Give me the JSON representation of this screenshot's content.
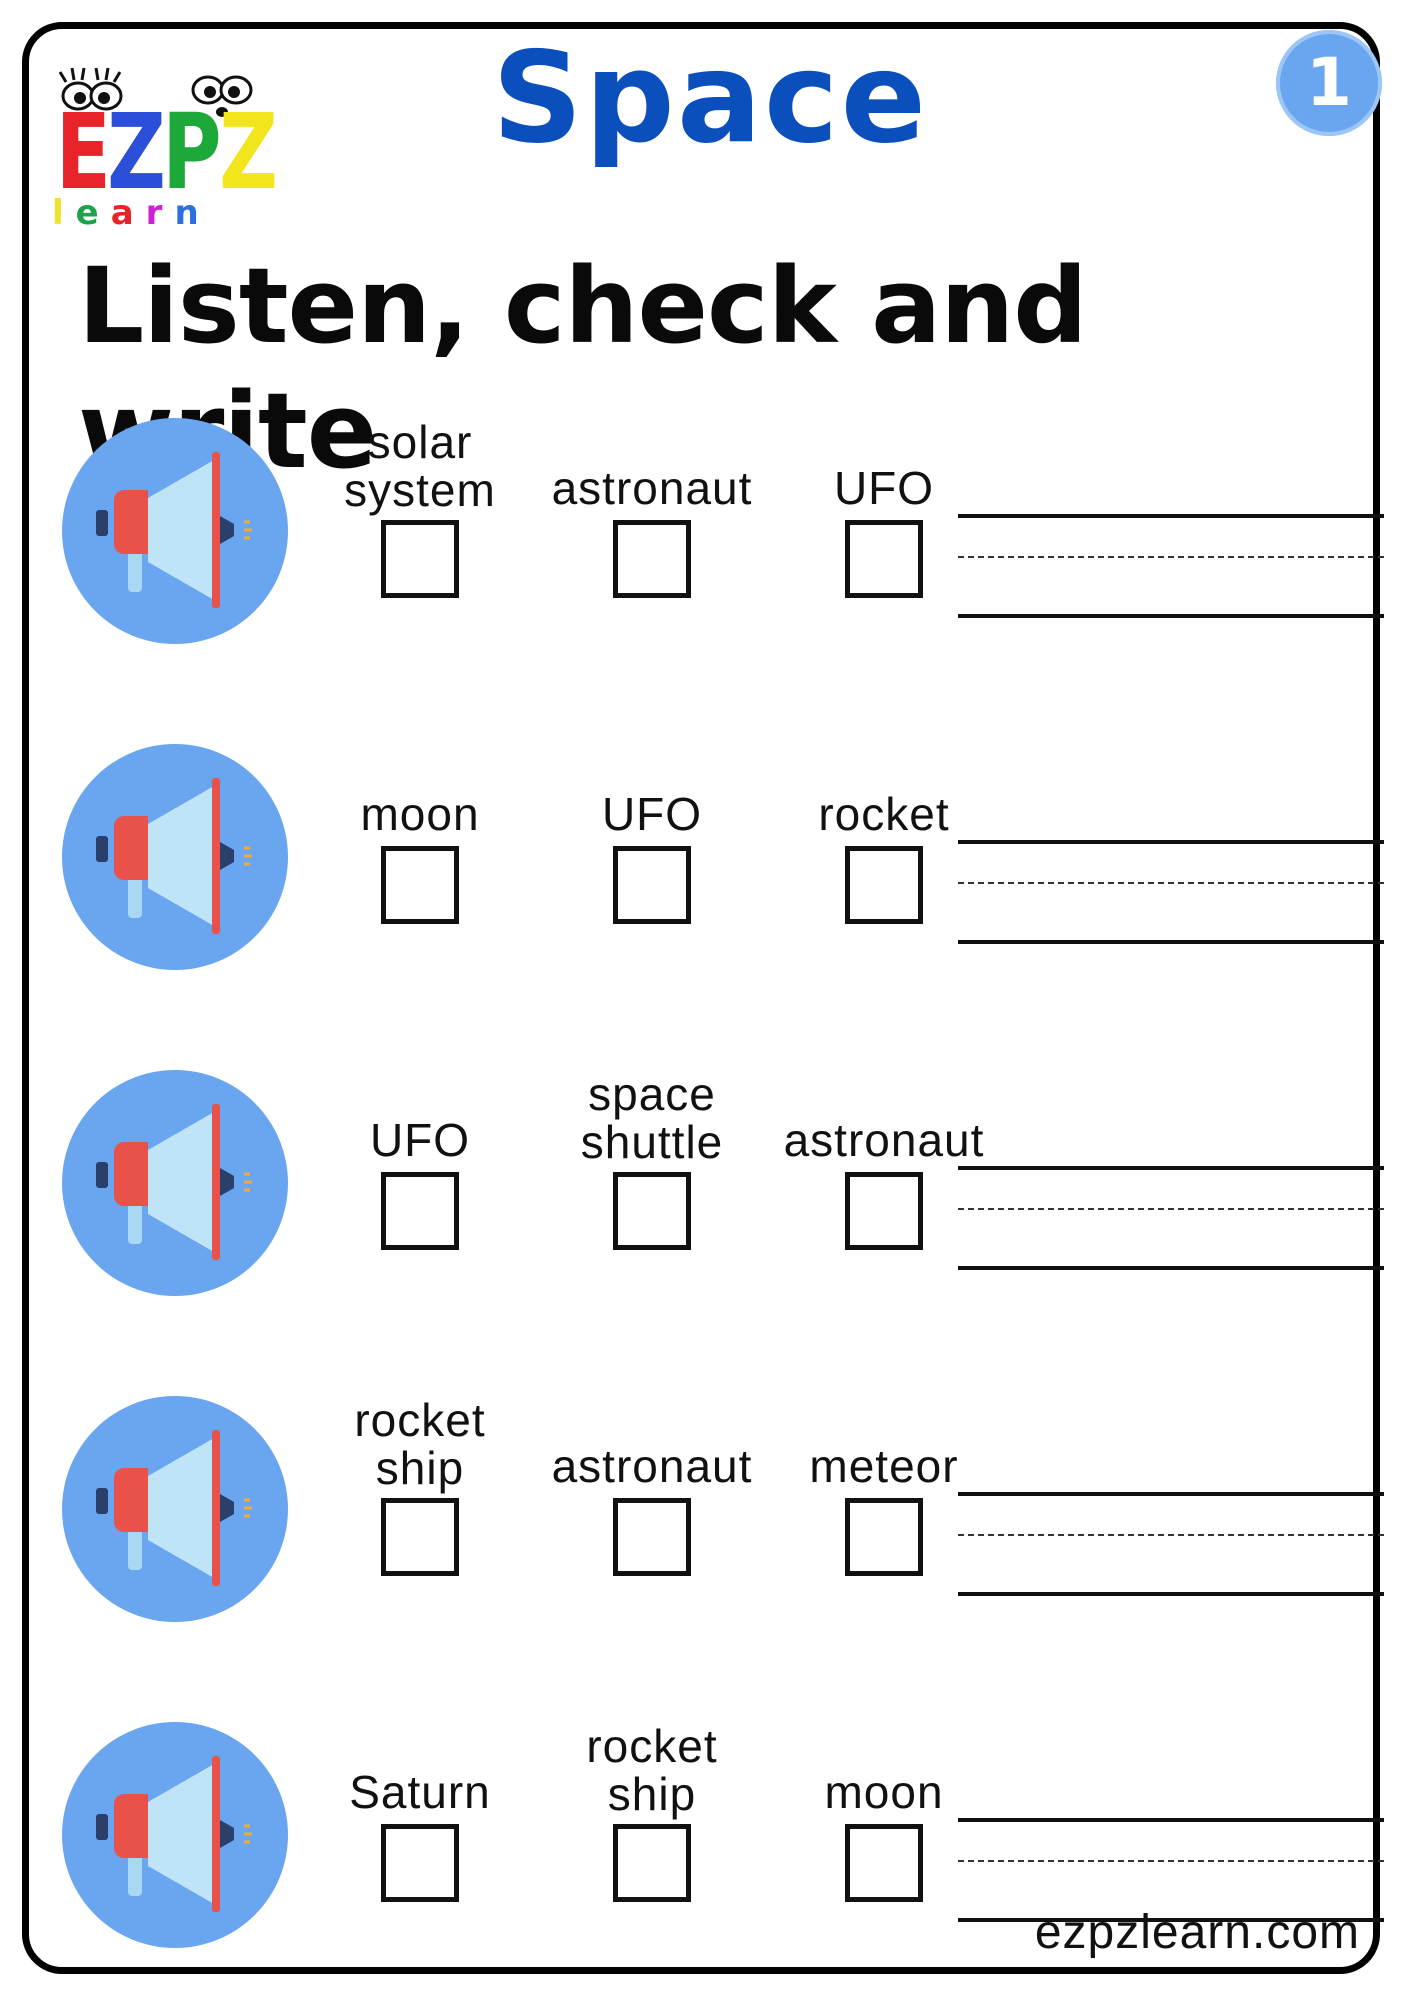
{
  "header": {
    "logo": {
      "text": "EZPZ",
      "subtext": "learn",
      "letter_colors": [
        "#e8232a",
        "#2b4fd8",
        "#1da83a",
        "#f2e51b"
      ],
      "sub_colors": [
        "#f0e22a",
        "#1ea34d",
        "#e8232a",
        "#d01fd2",
        "#2b6fe0"
      ]
    },
    "title": "Space",
    "page_number": "1"
  },
  "instruction": "Listen, check and write",
  "icons": {
    "speaker": "megaphone-icon"
  },
  "colors": {
    "title": "#0b4fbd",
    "speaker_bg": "#6aa6f0",
    "page_badge": "#6aa6f0"
  },
  "rows": [
    {
      "options": [
        {
          "label": "solar\nsystem"
        },
        {
          "label": "astronaut"
        },
        {
          "label": "UFO"
        }
      ]
    },
    {
      "options": [
        {
          "label": "moon"
        },
        {
          "label": "UFO"
        },
        {
          "label": "rocket"
        }
      ]
    },
    {
      "options": [
        {
          "label": "UFO"
        },
        {
          "label": "space\nshuttle"
        },
        {
          "label": "astronaut"
        }
      ]
    },
    {
      "options": [
        {
          "label": "rocket\nship"
        },
        {
          "label": "astronaut"
        },
        {
          "label": "meteor"
        }
      ]
    },
    {
      "options": [
        {
          "label": "Saturn"
        },
        {
          "label": "rocket\nship"
        },
        {
          "label": "moon"
        }
      ]
    }
  ],
  "footer": {
    "website": "ezpzlearn.com"
  }
}
